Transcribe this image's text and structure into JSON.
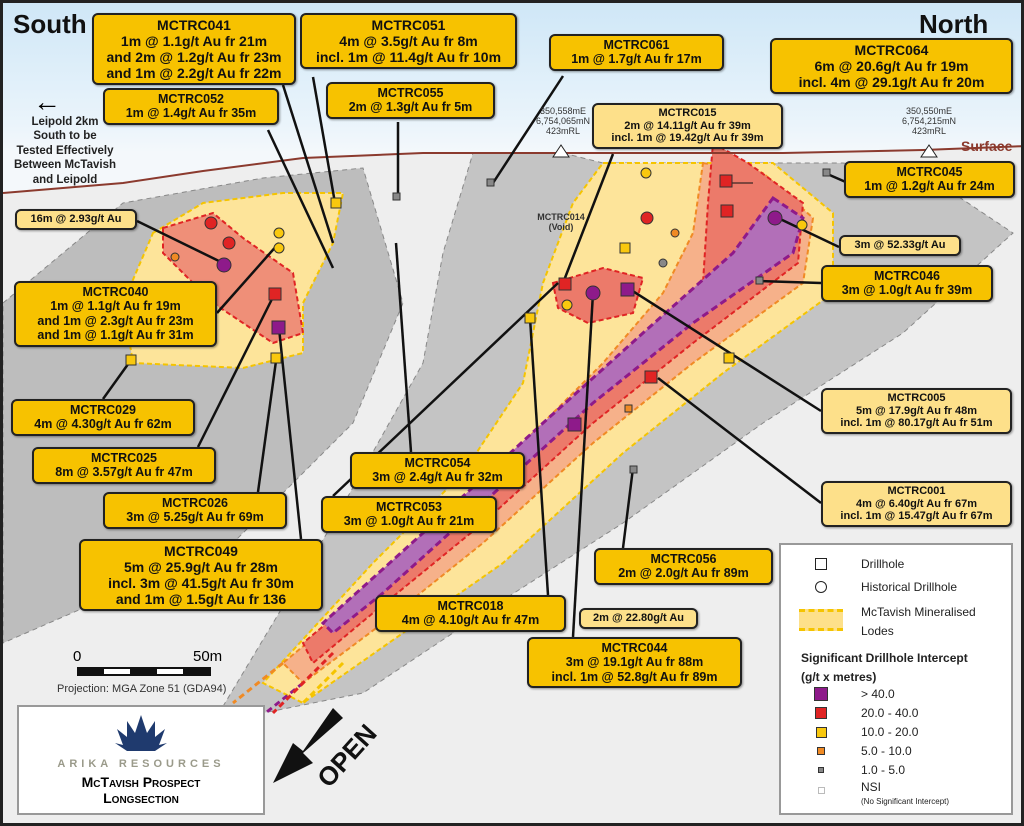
{
  "orientation": {
    "south": "South",
    "north": "North"
  },
  "surface_label": "Surface",
  "south_note": [
    "Leipold 2km",
    "South to be",
    "Tested Effectively",
    "Between McTavish",
    "and Leipold"
  ],
  "coords": [
    {
      "e": "350,558mE",
      "n": "6,754,065mN",
      "rl": "423mRL"
    },
    {
      "e": "350,550mE",
      "n": "6,754,215mN",
      "rl": "423mRL"
    }
  ],
  "void_label": {
    "hole": "MCTRC014",
    "note": "(Void)"
  },
  "callouts": {
    "c041": {
      "id": "MCTRC041",
      "lines": [
        "1m @ 1.1g/t Au fr 21m",
        "and 2m @ 1.2g/t Au fr 23m",
        "and 1m @ 2.2g/t Au fr 22m"
      ]
    },
    "c051": {
      "id": "MCTRC051",
      "lines": [
        "4m @ 3.5g/t Au fr 8m",
        "incl. 1m @ 11.4g/t Au fr 10m"
      ]
    },
    "c052": {
      "id": "MCTRC052",
      "lines": [
        "1m @ 1.4g/t Au fr 35m"
      ]
    },
    "c055": {
      "id": "MCTRC055",
      "lines": [
        "2m @ 1.3g/t Au fr 5m"
      ]
    },
    "c061": {
      "id": "MCTRC061",
      "lines": [
        "1m @ 1.7g/t Au fr 17m"
      ]
    },
    "c064": {
      "id": "MCTRC064",
      "lines": [
        "6m @ 20.6g/t Au fr 19m",
        "incl. 4m @ 29.1g/t Au fr 20m"
      ]
    },
    "c015": {
      "id": "MCTRC015",
      "lines": [
        "2m @ 14.11g/t Au fr 39m",
        "incl. 1m @ 19.42g/t Au fr 39m"
      ]
    },
    "c045": {
      "id": "MCTRC045",
      "lines": [
        "1m @ 1.2g/t Au fr 24m"
      ]
    },
    "h1": {
      "lines": [
        "16m @ 2.93g/t Au"
      ]
    },
    "h2": {
      "lines": [
        "3m @ 52.33g/t Au"
      ]
    },
    "c046": {
      "id": "MCTRC046",
      "lines": [
        "3m @ 1.0g/t Au fr 39m"
      ]
    },
    "c040": {
      "id": "MCTRC040",
      "lines": [
        "1m @ 1.1g/t Au fr 19m",
        "and 1m @ 2.3g/t Au fr 23m",
        "and 1m @ 1.1g/t Au fr 31m"
      ]
    },
    "c029": {
      "id": "MCTRC029",
      "lines": [
        "4m @ 4.30g/t Au fr 62m"
      ]
    },
    "c025": {
      "id": "MCTRC025",
      "lines": [
        "8m @ 3.57g/t Au fr 47m"
      ]
    },
    "c026": {
      "id": "MCTRC026",
      "lines": [
        "3m @ 5.25g/t Au fr 69m"
      ]
    },
    "c049": {
      "id": "MCTRC049",
      "lines": [
        "5m @ 25.9g/t Au fr 28m",
        "incl. 3m @ 41.5g/t Au fr 30m",
        "and 1m @ 1.5g/t Au fr 136"
      ]
    },
    "c054": {
      "id": "MCTRC054",
      "lines": [
        "3m @ 2.4g/t Au fr 32m"
      ]
    },
    "c053": {
      "id": "MCTRC053",
      "lines": [
        "3m @ 1.0g/t Au fr 21m"
      ]
    },
    "c005": {
      "id": "MCTRC005",
      "lines": [
        "5m @ 17.9g/t Au fr 48m",
        "incl. 1m @ 80.17g/t Au fr 51m"
      ]
    },
    "c001": {
      "id": "MCTRC001",
      "lines": [
        "4m @ 6.40g/t Au fr 67m",
        "incl. 1m @ 15.47g/t Au fr 67m"
      ]
    },
    "c056": {
      "id": "MCTRC056",
      "lines": [
        "2m @ 2.0g/t Au fr 89m"
      ]
    },
    "c018": {
      "id": "MCTRC018",
      "lines": [
        "4m @ 4.10g/t Au fr 47m"
      ]
    },
    "h3": {
      "lines": [
        "2m @ 22.80g/t Au"
      ]
    },
    "c044": {
      "id": "MCTRC044",
      "lines": [
        "3m @ 19.1g/t Au fr 88m",
        "incl. 1m @ 52.8g/t Au fr 89m"
      ]
    }
  },
  "legend": {
    "drillhole": "Drillhole",
    "historical": "Historical Drillhole",
    "lodes": "McTavish Mineralised",
    "lodes2": "Lodes",
    "title": "Significant Drillhole Intercept",
    "subtitle": "(g/t x metres)",
    "classes": [
      {
        "label": "> 40.0",
        "color": "#8e1a8a"
      },
      {
        "label": "20.0 - 40.0",
        "color": "#e02424"
      },
      {
        "label": "10.0 - 20.0",
        "color": "#f9c80e"
      },
      {
        "label": "5.0 - 10.0",
        "color": "#f08a24"
      },
      {
        "label": "1.0 - 5.0",
        "color": "#888888"
      }
    ],
    "nsi": "NSI",
    "nsi_desc": "(No Significant Intercept)"
  },
  "scale": {
    "zero": "0",
    "max": "50m",
    "projection": "Projection: MGA Zone 51 (GDA94)"
  },
  "open_label": "OPEN",
  "logo": {
    "company": "ARIKA RESOURCES",
    "title1": "McTavish Prospect",
    "title2": "Longsection"
  }
}
